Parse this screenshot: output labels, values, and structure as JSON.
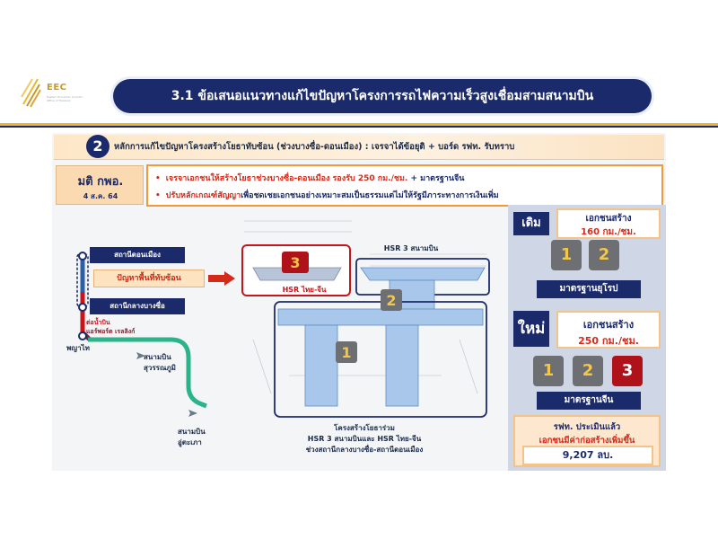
{
  "logo": {
    "text": "EEC",
    "sub": "Eastern Economic Corridor Office of Thailand",
    "gold": "#c9982a"
  },
  "title": "3.1 ข้อเสนอแนวทางแก้ไขปัญหาโครงการรถไฟความเร็วสูงเชื่อมสามสนามบิน",
  "section": {
    "number": "2",
    "text": "หลักการแก้ไขปัญหาโครงสร้างโยธาทับซ้อน (ช่วงบางซื่อ-ดอนเมือง) : เจรจาได้ข้อยุติ + บอร์ด รฟท. รับทราบ"
  },
  "resolution": {
    "title": "มติ กพอ.",
    "date": "4 ส.ค. 64",
    "bullet1": {
      "a": "เจรจาเอกชนให้สร้างโยธาช่วงบางซื่อ-ดอนเมือง ",
      "b": "รองรับ 250 กม./ชม.",
      "c": " + มาตรฐานจีน"
    },
    "bullet2": {
      "a": "ปรับหลักเกณฑ์สัญญา",
      "b": "เพื่อชดเชยเอกชนอย่างเหมาะสมเป็นธรรมแต่ไม่ให้รัฐมีภาระทางการเงินเพิ่ม"
    }
  },
  "map": {
    "station_don_mueang": "สถานีดอนเมือง",
    "problem": "ปัญหาพื้นที่ทับซ้อน",
    "station_bang_sue": "สถานีกลางบางซื่อ",
    "makkasan": "ต่อน้ำบิน",
    "airport_rail_link": "แอร์พอร์ต เรลลิงก์",
    "phaya_thai": "พญาไท",
    "suvarnabhumi_1": "สนามบิน",
    "suvarnabhumi_2": "สุวรรณภูมิ",
    "utapao_1": "สนามบิน",
    "utapao_2": "อู่ตะเภา"
  },
  "drawing": {
    "label_hsr3": "HSR 3 สนามบิน",
    "label_thai_china": "HSR ไทย-จีน",
    "n1": "1",
    "n2": "2",
    "n3": "3",
    "caption1": "โครงสร้างโยธาร่วม",
    "caption2": "HSR 3 สนามบินและ HSR ไทย-จีน",
    "caption3": "ช่วงสถานีกลางบางซื่อ-สถานีดอนเมือง"
  },
  "right": {
    "old_tag": "เดิม",
    "old_card1": "เอกชนสร้าง",
    "old_card2": "160 กม./ชม.",
    "old_sq": [
      "1",
      "2"
    ],
    "old_standard": "มาตรฐานยุโรป",
    "new_tag": "ใหม่",
    "new_card1": "เอกชนสร้าง",
    "new_card2": "250 กม./ชม.",
    "new_sq": [
      "1",
      "2",
      "3"
    ],
    "new_standard": "มาตรฐานจีน",
    "cost_line1": "รฟท. ประเมินแล้ว",
    "cost_line2": "เอกชนมีค่าก่อสร้างเพิ่มขึ้น",
    "cost_value": "9,207 ลบ."
  },
  "colors": {
    "navy": "#1b2a6b",
    "red": "#d42a1a",
    "orange": "#f29a3a",
    "gold": "#e8b830"
  }
}
